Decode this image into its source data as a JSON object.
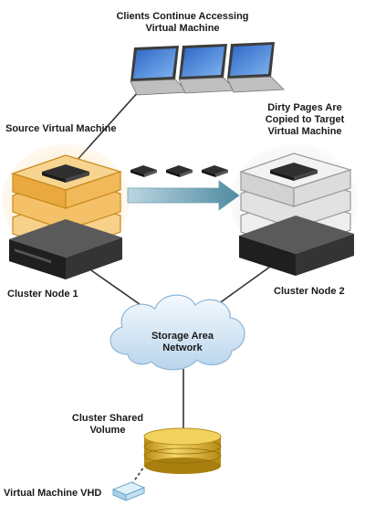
{
  "labels": {
    "clients": "Clients Continue Accessing Virtual Machine",
    "source_vm": "Source Virtual Machine",
    "dirty_pages": "Dirty Pages  Are Copied to Target Virtual Machine",
    "node1": "Cluster Node 1",
    "node2": "Cluster Node 2",
    "san": "Storage Area Network",
    "csv": "Cluster Shared Volume",
    "vhd": "Virtual Machine VHD"
  },
  "colors": {
    "source_vm": "#f0b54a",
    "target_vm": "#d9d9d9",
    "server": "#2b2b2b",
    "arrow": "#4f8aa0",
    "cloud": "#cfe3f2",
    "disk": "#e2b52c",
    "line": "#333333"
  },
  "icons": [
    "laptop-icon",
    "server-icon",
    "memory-chip-icon",
    "cloud-icon",
    "disk-icon",
    "file-icon"
  ]
}
